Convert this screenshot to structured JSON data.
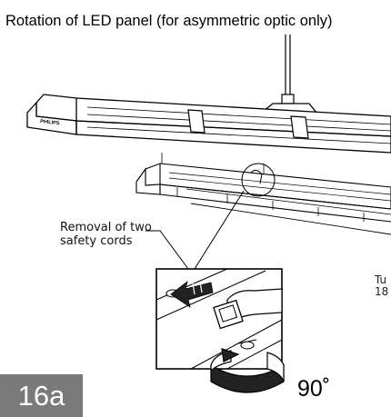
{
  "title": "Rotation of LED panel (for asymmetric optic only)",
  "callout": {
    "line1": "Removal of two",
    "line2": "safety cords"
  },
  "cutoff": {
    "line1": "Tu",
    "line2": "18"
  },
  "brand_on_housing": "PHILIPS",
  "step_label": "16a",
  "rotation_label": "90˚",
  "icons": [
    "pull-arrow-icon",
    "rotation-arrow-icon"
  ],
  "colors": {
    "step_badge": "#7a7a7a",
    "arrow": "#222222"
  }
}
